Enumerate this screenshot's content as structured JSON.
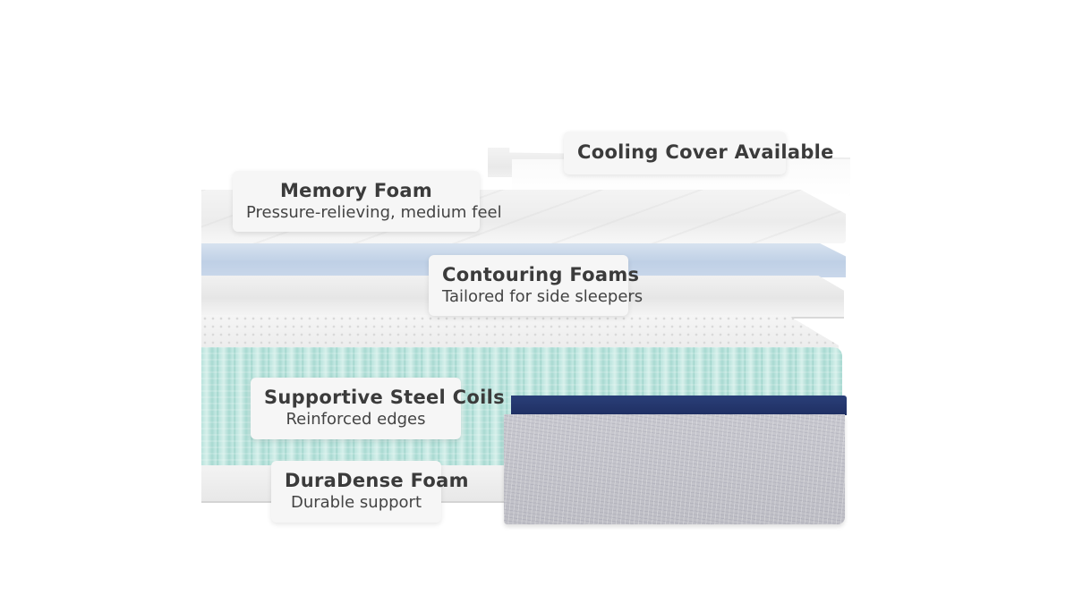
{
  "labels": {
    "cooling_cover": {
      "title": "Cooling Cover Available"
    },
    "memory_foam": {
      "title": "Memory Foam",
      "subtitle": "Pressure-relieving, medium feel"
    },
    "contouring_foams": {
      "title": "Contouring Foams",
      "subtitle": "Tailored for side sleepers"
    },
    "steel_coils": {
      "title": "Supportive Steel Coils",
      "subtitle": "Reinforced edges"
    },
    "duradense_foam": {
      "title": "DuraDense Foam",
      "subtitle": "Durable support"
    }
  },
  "colors": {
    "card_background": "#f6f6f6",
    "text": "#3b3b3b",
    "coil_teal": "#c8ebe5",
    "gel_blue": "#c9d7ea",
    "cover_band_navy": "#1f2f63",
    "cover_fabric_gray": "#c4c4cb"
  }
}
